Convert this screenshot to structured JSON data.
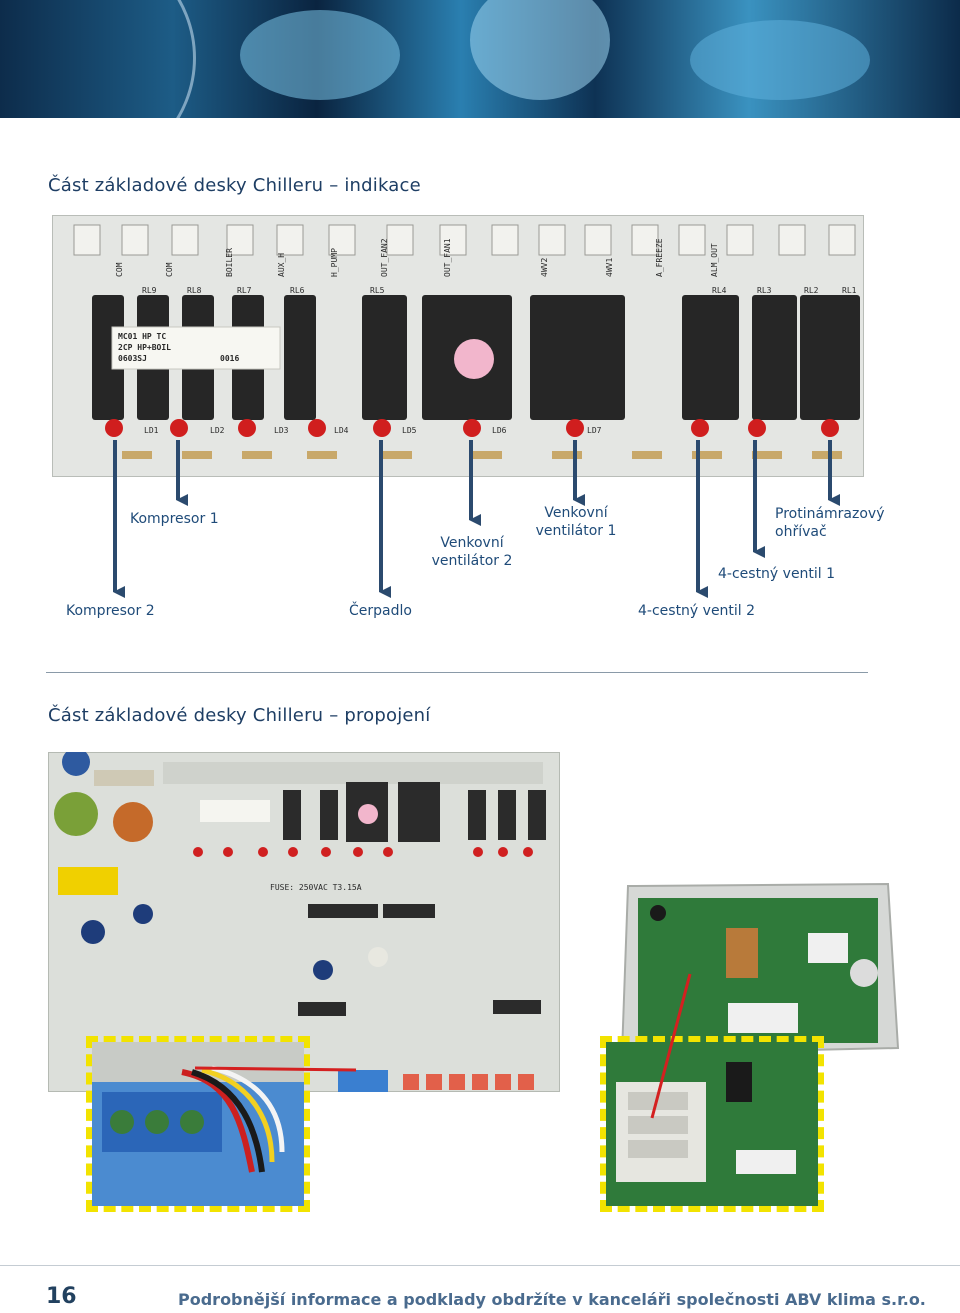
{
  "section1": {
    "title": "Část základové desky Chilleru – indikace"
  },
  "section2": {
    "title": "Část základové desky Chilleru – propojení"
  },
  "board_connectors": [
    "COM",
    "COM",
    "BOILER",
    "AUX_H",
    "H_PUMP",
    "OUT_FAN2",
    "OUT_FAN1",
    "4WV2",
    "4WV1",
    "A_FREEZE",
    "ALM_OUT"
  ],
  "board_relays": [
    "RL9",
    "RL8",
    "RL7",
    "RL6",
    "RL5",
    "RL4",
    "RL3",
    "RL2",
    "RL1"
  ],
  "board_leds": [
    "LD1",
    "LD2",
    "LD3",
    "LD4",
    "LD5",
    "LD6",
    "LD7"
  ],
  "board_sticker": {
    "line1": "MC01 HP TC",
    "line2": "2CP HP+BOIL",
    "line3": "0603SJ",
    "line4": "0016"
  },
  "labels": {
    "kompresor1": "Kompresor 1",
    "kompresor2": "Kompresor 2",
    "cerpadlo": "Čerpadlo",
    "venkovni_ventilator_2": "Venkovní ventilátor 2",
    "venkovni_ventilator_1": "Venkovní ventilátor 1",
    "ctyrcestny_ventil_2": "4-cestný ventil 2",
    "ctyrcestny_ventil_1": "4-cestný ventil 1",
    "protimrazovy_ohrivac": "Protinámrazový ohřívač"
  },
  "footer": {
    "page_number": "16",
    "text": "Podrobnější informace a podklady obdržíte v kanceláři společnosti ABV klima s.r.o."
  },
  "colors": {
    "title": "#1e3e64",
    "label": "#1f4b79",
    "arrow": "#2b4a6e",
    "dash": "#f2e300",
    "pcb_green": "#2f7a3a"
  }
}
